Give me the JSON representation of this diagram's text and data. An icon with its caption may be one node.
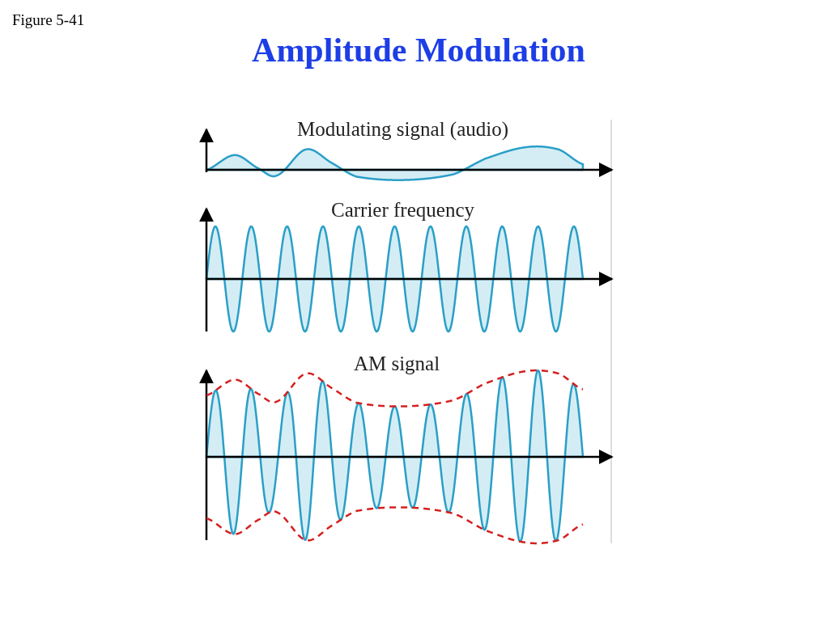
{
  "diagram": {
    "title": "Amplitude Modulation",
    "labels": [
      "Figure 5-41",
      "Modulating signal (audio)",
      "Carrier frequency",
      "AM signal"
    ]
  }
}
